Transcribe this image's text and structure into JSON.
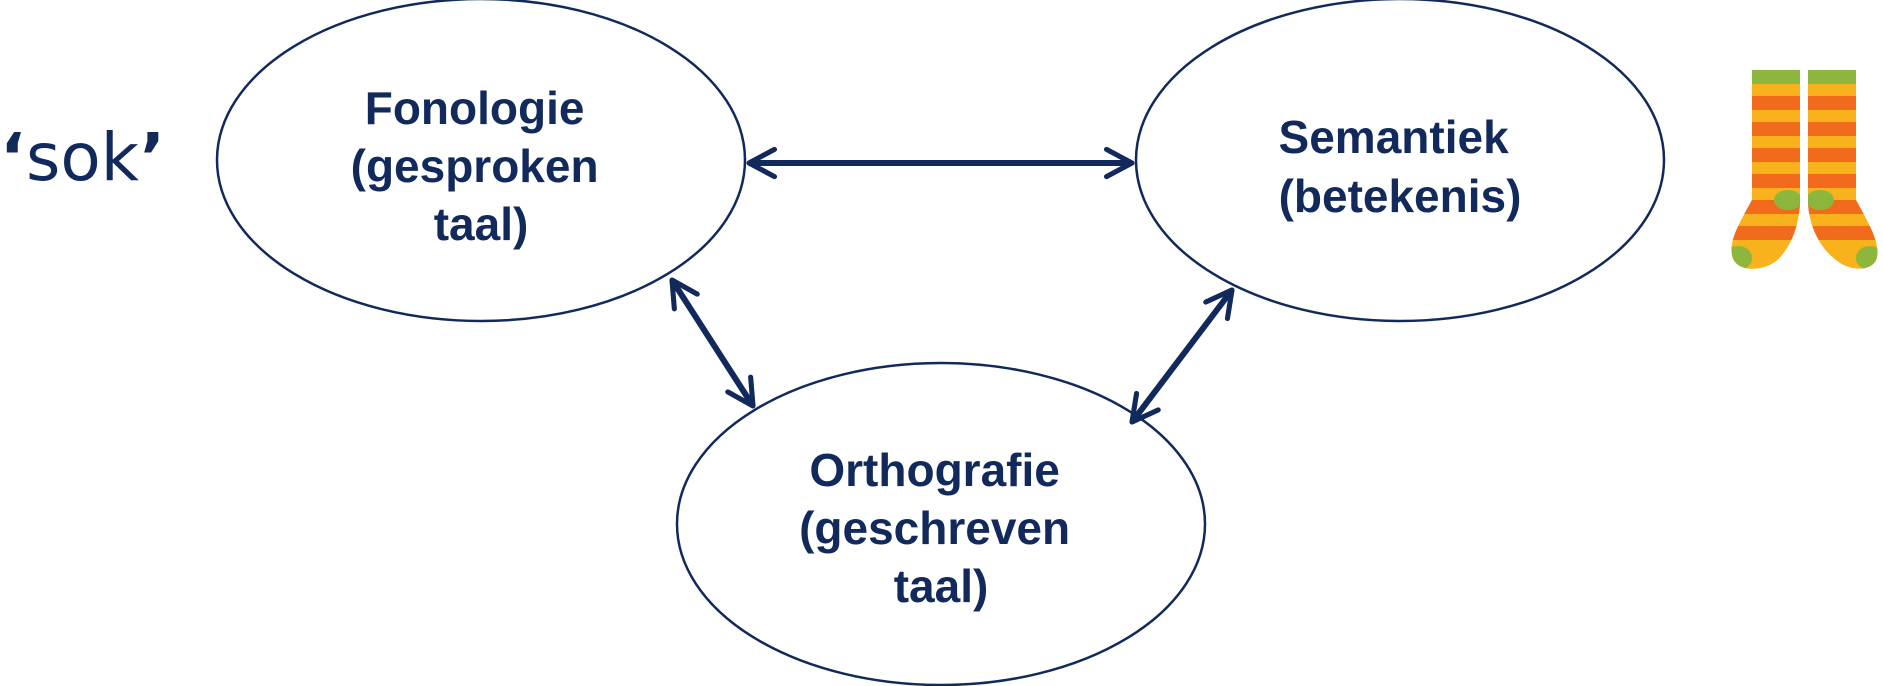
{
  "colors": {
    "ink": "#12295c",
    "sock_orange": "#f26a1b",
    "sock_yellow": "#f7b21c",
    "sock_green": "#8cb63c"
  },
  "word": {
    "quote_open": "‘",
    "text": "sok",
    "quote_close": "’"
  },
  "nodes": {
    "fonologie": {
      "lines": [
        "Fonologie",
        "(gesproken",
        "taal)"
      ]
    },
    "semantiek": {
      "lines": [
        "Semantiek",
        "(betekenis)"
      ]
    },
    "orthografie": {
      "lines": [
        "Orthografie",
        "(geschreven",
        "taal)"
      ]
    }
  },
  "edges": [
    {
      "from": "fonologie",
      "to": "semantiek",
      "bidirectional": true
    },
    {
      "from": "fonologie",
      "to": "orthografie",
      "bidirectional": true
    },
    {
      "from": "semantiek",
      "to": "orthografie",
      "bidirectional": true
    }
  ],
  "image": {
    "icon": "socks-icon"
  }
}
